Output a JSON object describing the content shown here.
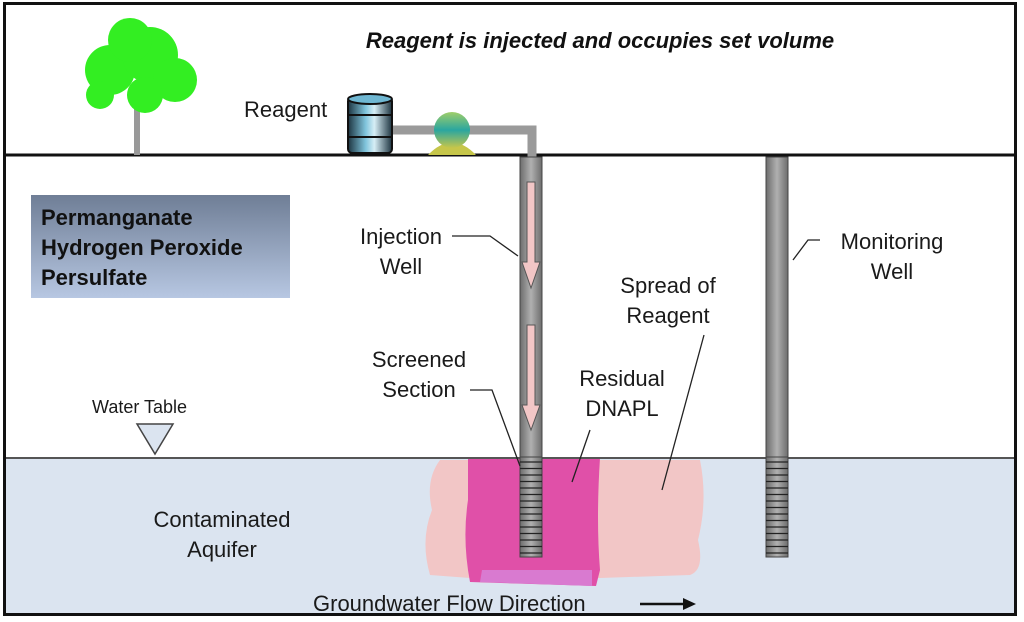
{
  "title": "Reagent is injected and occupies set volume",
  "reagent_label": "Reagent",
  "oxidants": [
    "Permanganate",
    "Hydrogen Peroxide",
    "Persulfate"
  ],
  "labels": {
    "injection_well": [
      "Injection",
      "Well"
    ],
    "monitoring_well": [
      "Monitoring",
      "Well"
    ],
    "spread_of_reagent": [
      "Spread of",
      "Reagent"
    ],
    "screened_section": [
      "Screened",
      "Section"
    ],
    "residual_dnapl": [
      "Residual",
      "DNAPL"
    ],
    "water_table": "Water Table",
    "contaminated_aquifer": [
      "Contaminated",
      "Aquifer"
    ],
    "groundwater_flow": "Groundwater Flow Direction"
  },
  "colors": {
    "tree": "#33ee22",
    "aquifer": "#dbe4f0",
    "dnapl": "#e050a8",
    "reagent_spread": "#f2c6c6",
    "well": "#8a8a8a",
    "oxidant_box_top": "#6f7e96",
    "oxidant_box_bottom": "#b7c7e2"
  }
}
